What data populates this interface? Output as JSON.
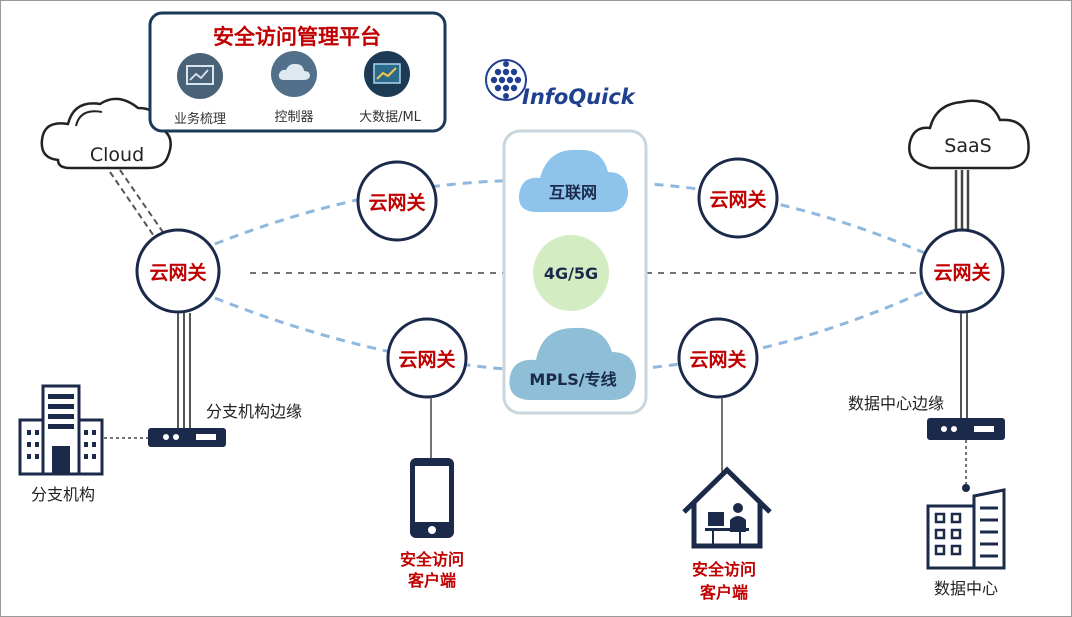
{
  "platform": {
    "title": "安全访问管理平台",
    "modules": [
      {
        "label": "业务梳理",
        "icon": "dashboard-icon"
      },
      {
        "label": "控制器",
        "icon": "cloud-controller-icon"
      },
      {
        "label": "大数据/ML",
        "icon": "analytics-icon"
      }
    ]
  },
  "brand": {
    "name": "InfoQuick"
  },
  "clouds": {
    "left": "Cloud",
    "right": "SaaS"
  },
  "networks": {
    "internet": "互联网",
    "mobile": "4G/5G",
    "mpls": "MPLS/专线"
  },
  "gateway_label": "云网关",
  "branch": {
    "edge": "分支机构边缘",
    "site": "分支机构"
  },
  "datacenter": {
    "edge": "数据中心边缘",
    "site": "数据中心"
  },
  "clients": {
    "line1": "安全访问",
    "line2": "客户端"
  },
  "colors": {
    "accent_red": "#c00000",
    "navy": "#1b2a4a",
    "dash_blue": "#8fb8de",
    "internet_cloud": "#8ec4ec",
    "mobile_circle": "#d4ecc2",
    "mpls_cloud": "#8ebfd6"
  }
}
